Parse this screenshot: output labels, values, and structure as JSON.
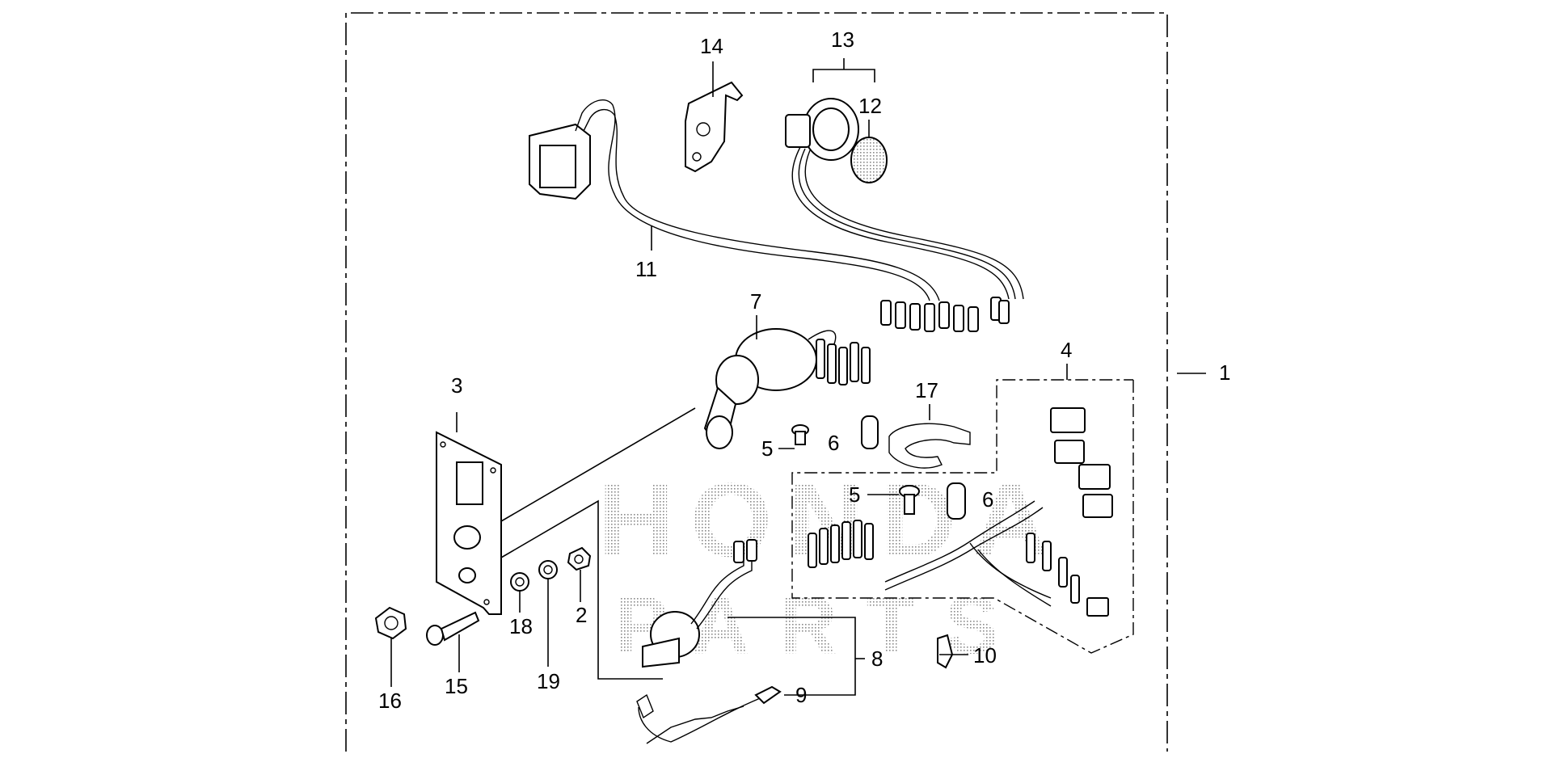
{
  "diagram": {
    "labels": {
      "p1": "1",
      "p2": "2",
      "p3": "3",
      "p4": "4",
      "p5a": "5",
      "p5b": "5",
      "p6a": "6",
      "p6b": "6",
      "p7": "7",
      "p8": "8",
      "p9": "9",
      "p10": "10",
      "p11": "11",
      "p12": "12",
      "p13": "13",
      "p14": "14",
      "p15": "15",
      "p16": "16",
      "p17": "17",
      "p18": "18",
      "p19": "19"
    },
    "watermark": {
      "line1": "HONDA",
      "line2": "PARTS"
    }
  }
}
